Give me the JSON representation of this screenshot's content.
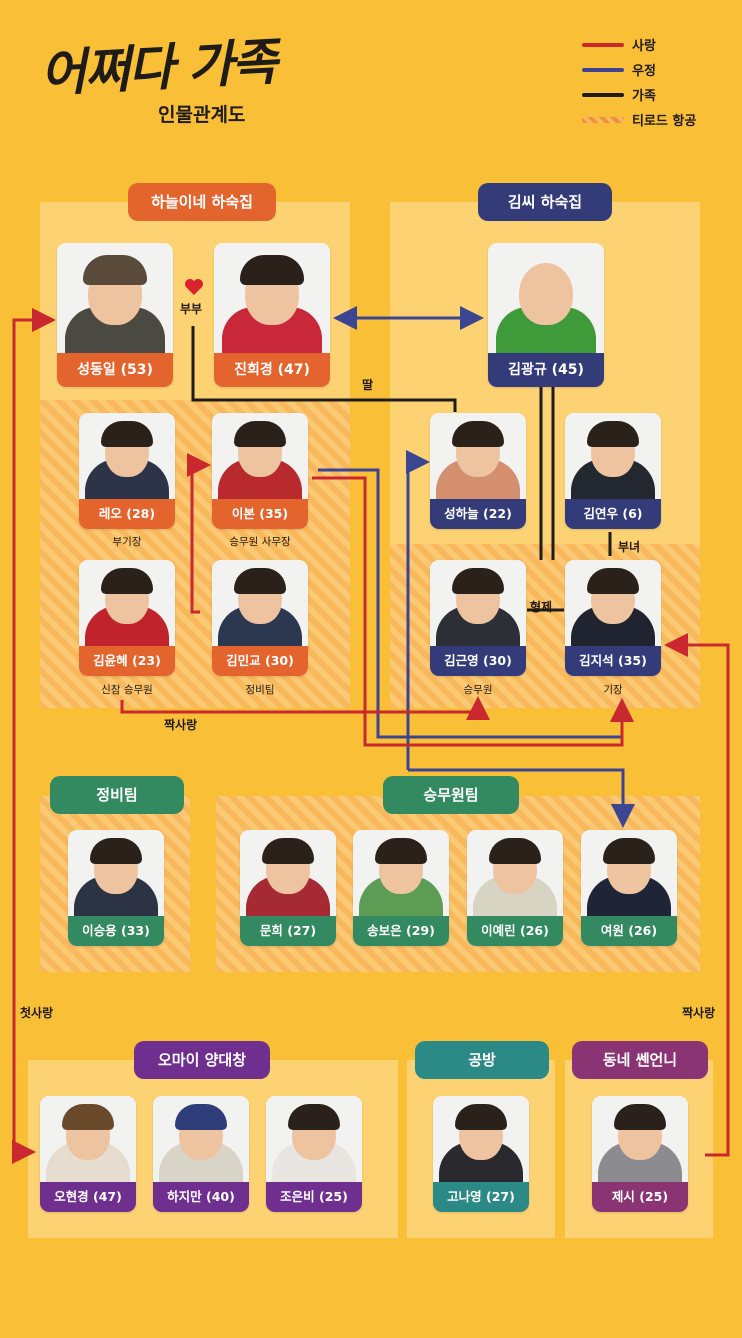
{
  "header": {
    "title": "어쩌다 가족",
    "subtitle": "인물관계도"
  },
  "legend": [
    {
      "label": "사랑",
      "color": "#c9282e"
    },
    {
      "label": "우정",
      "color": "#3c4591"
    },
    {
      "label": "가족",
      "color": "#1e1b18"
    },
    {
      "label": "티로드 항공",
      "color": "#f08f3c"
    }
  ],
  "groups": {
    "haneul": "하늘이네 하숙집",
    "kim": "김씨 하숙집",
    "maintenance": "정비팀",
    "crew": "승무원팀",
    "omai": "오마이 양대창",
    "workshop": "공방",
    "neighbor": "동네 쎈언니"
  },
  "characters": {
    "seong_dongil": {
      "name": "성동일 (53)"
    },
    "jin_heekyung": {
      "name": "진희경 (47)"
    },
    "kim_kwanggyu": {
      "name": "김광규 (45)"
    },
    "leo": {
      "name": "레오 (28)",
      "role": "부기장"
    },
    "ibon": {
      "name": "이본 (35)",
      "role": "승무원 사무장"
    },
    "seong_haneul": {
      "name": "성하늘 (22)"
    },
    "kim_yeonwoo": {
      "name": "김연우 (6)"
    },
    "kim_yoonhye": {
      "name": "김윤혜 (23)",
      "role": "신참 승무원"
    },
    "kim_mingyo": {
      "name": "김민교 (30)",
      "role": "정비팀"
    },
    "kim_geunyoung": {
      "name": "김근영 (30)",
      "role": "승무원"
    },
    "kim_jiseok": {
      "name": "김지석 (35)",
      "role": "기장"
    },
    "lee_seungyong": {
      "name": "이승용 (33)"
    },
    "moonhee": {
      "name": "문희 (27)"
    },
    "song_boeun": {
      "name": "송보은 (29)"
    },
    "lee_yerin": {
      "name": "이예린 (26)"
    },
    "yeowon": {
      "name": "여원 (26)"
    },
    "oh_hyunkyung": {
      "name": "오현경 (47)"
    },
    "ha_jiman": {
      "name": "하지만 (40)"
    },
    "jo_eunbi": {
      "name": "조은비 (25)"
    },
    "go_nayoung": {
      "name": "고나영 (27)"
    },
    "jessi": {
      "name": "제시 (25)"
    }
  },
  "relations": {
    "couple": "부부",
    "daughter": "딸",
    "brothers": "형제",
    "father_daughter": "부녀",
    "unrequited_1": "짝사랑",
    "first_love": "첫사랑",
    "unrequited_2": "짝사랑"
  },
  "icons": {
    "heart": "heart-icon"
  },
  "colors": {
    "background": "#f9bf37",
    "love": "#c9282e",
    "friendship": "#3c4591",
    "family": "#1e1b18"
  }
}
